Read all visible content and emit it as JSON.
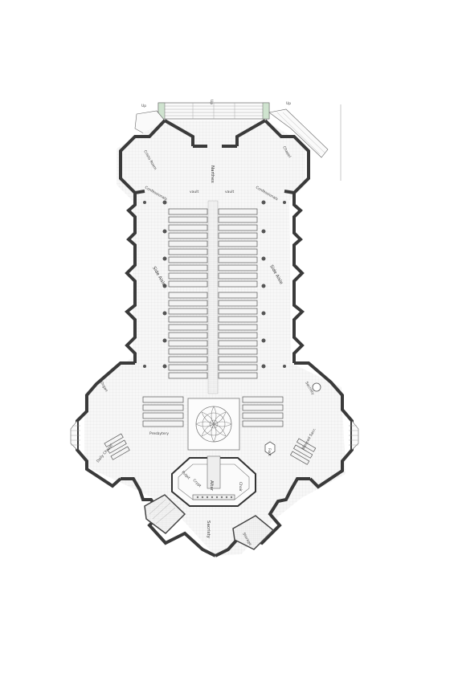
{
  "labels": {
    "narthex": "Narthex",
    "side_aisle_left": "Side Aisle",
    "side_aisle_right": "Side Aisle",
    "confessionals_left": "Confessionals",
    "confessionals_right": "Confessionals",
    "vault_left": "vault",
    "vault_right": "vault",
    "cristo_room": "Cristo Room",
    "chapel": "Chapel",
    "organ": "Organ",
    "altar": "Altar",
    "sacristy": "Sacristy",
    "storage": "Storage",
    "sacristy_right": "Sacristy",
    "font": "Font",
    "daily_chapel": "Daily Chapel",
    "blessed_sacr": "Blessed Sacr.",
    "presbytery": "Presbytery",
    "pulpit": "Pulpit",
    "crypt": "Crypt",
    "choir": "Choir",
    "up_top": "Up",
    "up_left": "Up",
    "up_right": "Up"
  }
}
